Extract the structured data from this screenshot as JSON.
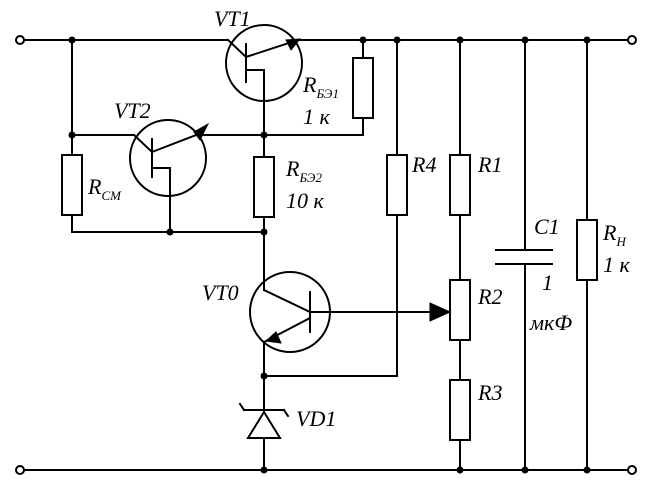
{
  "labels": {
    "vt1": "VT1",
    "vt2": "VT2",
    "vt0": "VT0",
    "vd1": "VD1",
    "r4": "R4",
    "r1": "R1",
    "r2": "R2",
    "r3": "R3",
    "c1": "C1",
    "c1_value_num": "1",
    "c1_value_unit": "мкФ",
    "rbe1_main": "R",
    "rbe1_sub": "БЭ1",
    "rbe1_value": "1 к",
    "rbe2_main": "R",
    "rbe2_sub": "БЭ2",
    "rbe2_value": "10 к",
    "rsm_main": "R",
    "rsm_sub": "СМ",
    "rh_main": "R",
    "rh_sub": "Н",
    "rh_value": "1 к"
  }
}
